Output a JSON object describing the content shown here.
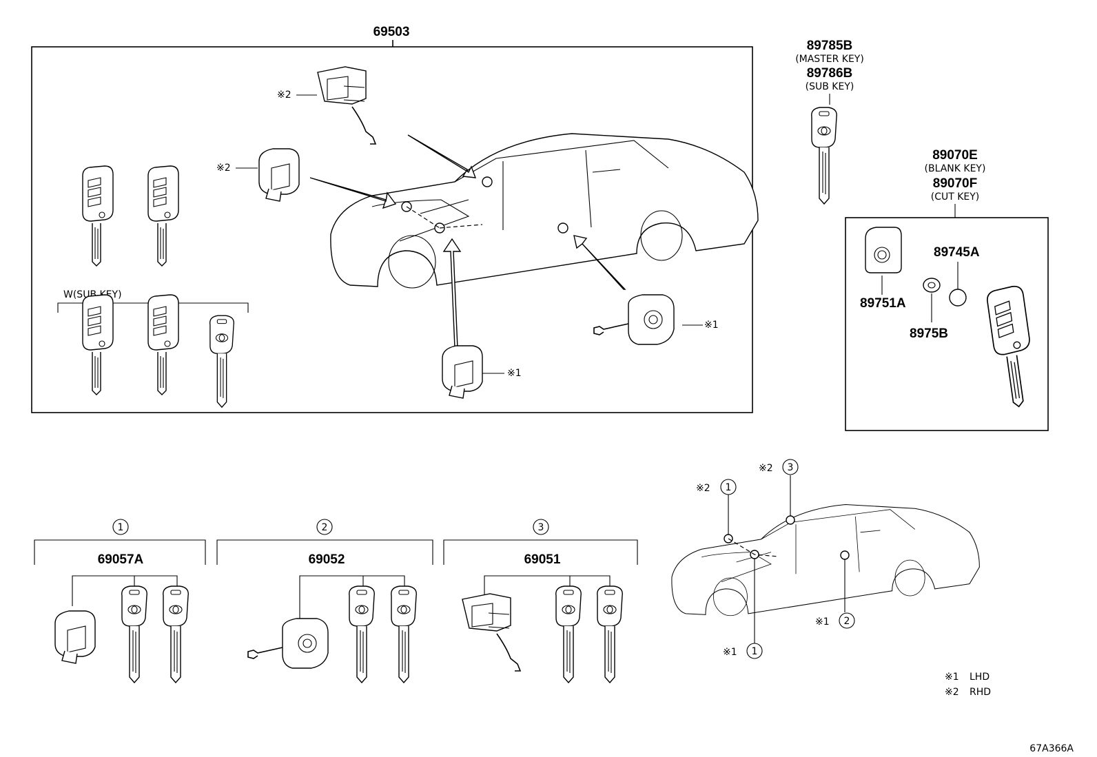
{
  "main_assembly": {
    "part_no": "69503",
    "w_sub_key_label": "W(SUB KEY)",
    "lhd_mark": "※1",
    "rhd_mark": "※2"
  },
  "master_key": {
    "part_no": "89785B",
    "desc": "(MASTER KEY)"
  },
  "sub_key": {
    "part_no": "89786B",
    "desc": "(SUB KEY)"
  },
  "blank_key": {
    "part_no": "89070E",
    "desc": "(BLANK KEY)"
  },
  "cut_key": {
    "part_no": "89070F",
    "desc": "(CUT KEY)"
  },
  "key_parts": {
    "battery": "89745A",
    "cover": "89751A",
    "cap": "8975B"
  },
  "sets": [
    {
      "circle": "1",
      "part_no": "69057A"
    },
    {
      "circle": "2",
      "part_no": "69052"
    },
    {
      "circle": "3",
      "part_no": "69051"
    }
  ],
  "locator": {
    "callout_1a_mark": "※2",
    "callout_1a_num": "1",
    "callout_3_mark": "※2",
    "callout_3_num": "3",
    "callout_2_mark": "※1",
    "callout_2_num": "2",
    "callout_1b_mark": "※1",
    "callout_1b_num": "1"
  },
  "legend": [
    {
      "mark": "※1",
      "text": "LHD"
    },
    {
      "mark": "※2",
      "text": "RHD"
    }
  ],
  "diagram_code": "67A366A"
}
